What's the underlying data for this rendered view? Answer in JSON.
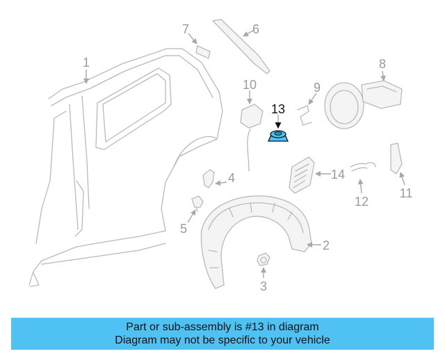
{
  "callouts": {
    "c1": "1",
    "c2": "2",
    "c3": "3",
    "c4": "4",
    "c5": "5",
    "c6": "6",
    "c7": "7",
    "c8": "8",
    "c9": "9",
    "c10": "10",
    "c11": "11",
    "c12": "12",
    "c13": "13",
    "c14": "14"
  },
  "highlight": {
    "part_number": "13",
    "color": "#4fc1f3"
  },
  "banner": {
    "line1": "Part or sub-assembly is #13 in diagram",
    "line2": "Diagram may not be specific to your vehicle",
    "color": "#4fc1f3"
  }
}
